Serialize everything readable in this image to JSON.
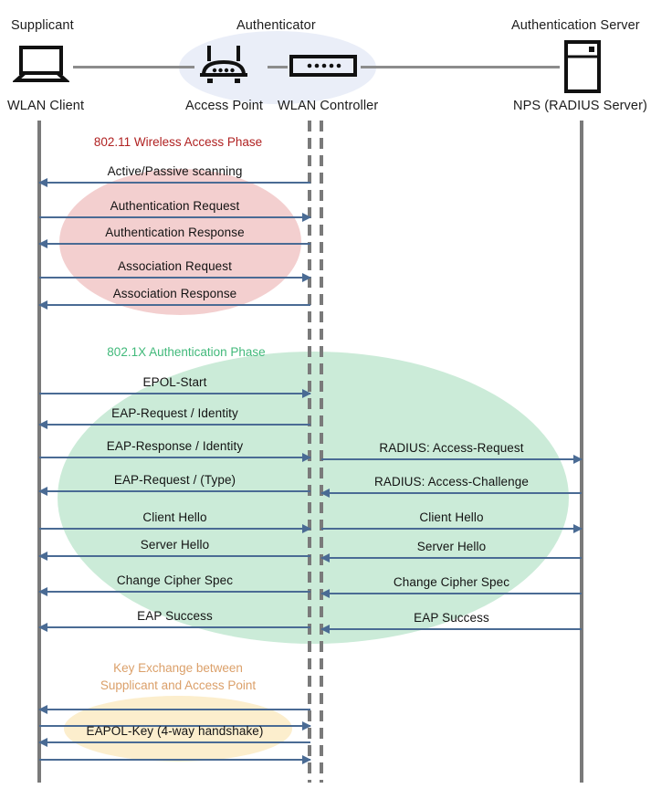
{
  "diagram": {
    "title": "802.1X / WPA2-Enterprise WLAN authentication sequence",
    "colors": {
      "arrow": "#4a6b94",
      "lifeline": "#7a7a7a",
      "connector": "#8c8c8c",
      "halo": "#eaeef8",
      "phase1_ellipse": "#f3cfcf",
      "phase1_text": "#b02222",
      "phase2_ellipse": "#cbebd8",
      "phase2_text": "#41b97a",
      "phase3_ellipse": "#fceecd",
      "phase3_text": "#dba06a"
    }
  },
  "actors": [
    {
      "role": "Supplicant",
      "caption": "WLAN Client",
      "icon": "laptop-icon"
    },
    {
      "role": "Authenticator",
      "caption": "Access Point",
      "icon": "wireless-access-point-icon"
    },
    {
      "role": "",
      "caption": "WLAN Controller",
      "icon": "network-controller-icon"
    },
    {
      "role": "Authentication Server",
      "caption": "NPS (RADIUS Server)",
      "icon": "server-tower-icon"
    }
  ],
  "phases": [
    {
      "id": "phase-80211",
      "title": "802.11 Wireless Access Phase",
      "messages": [
        {
          "label": "Active/Passive scanning",
          "direction": "left",
          "lane": "client-ap"
        },
        {
          "label": "Authentication Request",
          "direction": "right",
          "lane": "client-ap"
        },
        {
          "label": "Authentication Response",
          "direction": "left",
          "lane": "client-ap"
        },
        {
          "label": "Association Request",
          "direction": "right",
          "lane": "client-ap"
        },
        {
          "label": "Association Response",
          "direction": "left",
          "lane": "client-ap"
        }
      ]
    },
    {
      "id": "phase-8021x",
      "title": "802.1X Authentication Phase",
      "messages": [
        {
          "label": "EPOL-Start",
          "direction": "right",
          "lane": "client-ap"
        },
        {
          "label": "EAP-Request / Identity",
          "direction": "left",
          "lane": "client-ap"
        },
        {
          "label": "EAP-Response / Identity",
          "direction": "right",
          "lane": "client-ap"
        },
        {
          "label": "RADIUS: Access-Request",
          "direction": "right",
          "lane": "ap-server"
        },
        {
          "label": "EAP-Request / (Type)",
          "direction": "left",
          "lane": "client-ap"
        },
        {
          "label": "RADIUS: Access-Challenge",
          "direction": "left",
          "lane": "ap-server"
        },
        {
          "label": "Client Hello",
          "direction": "right",
          "lane": "client-ap"
        },
        {
          "label": "Client Hello",
          "direction": "right",
          "lane": "ap-server"
        },
        {
          "label": "Server Hello",
          "direction": "left",
          "lane": "client-ap"
        },
        {
          "label": "Server Hello",
          "direction": "left",
          "lane": "ap-server"
        },
        {
          "label": "Change Cipher Spec",
          "direction": "left",
          "lane": "client-ap"
        },
        {
          "label": "Change Cipher Spec",
          "direction": "left",
          "lane": "ap-server"
        },
        {
          "label": "EAP Success",
          "direction": "left",
          "lane": "client-ap"
        },
        {
          "label": "EAP Success",
          "direction": "left",
          "lane": "ap-server"
        }
      ]
    },
    {
      "id": "phase-keyexchange",
      "title_line1": "Key Exchange between",
      "title_line2": "Supplicant and Access Point",
      "messages": [
        {
          "label": "",
          "direction": "left",
          "lane": "client-ap"
        },
        {
          "label": "",
          "direction": "right",
          "lane": "client-ap"
        },
        {
          "label": "EAPOL-Key (4-way handshake)",
          "direction": "left",
          "lane": "client-ap"
        },
        {
          "label": "",
          "direction": "right",
          "lane": "client-ap"
        }
      ]
    }
  ]
}
